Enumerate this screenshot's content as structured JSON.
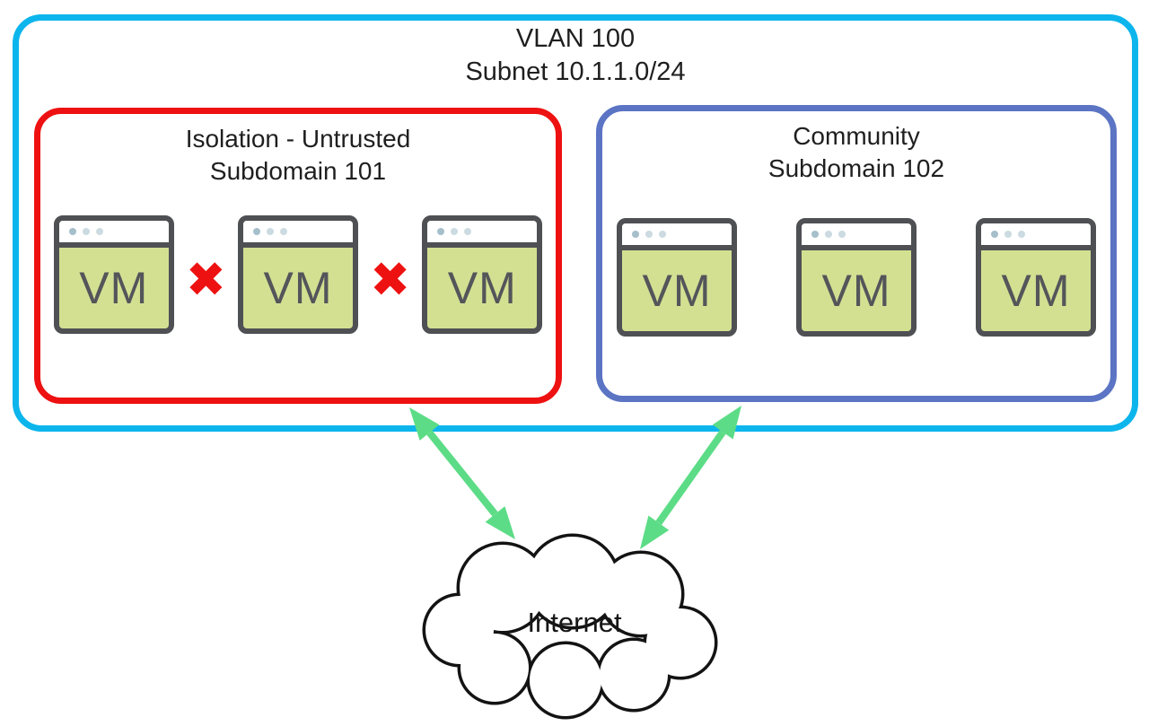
{
  "vlan": {
    "title_line1": "VLAN 100",
    "title_line2": "Subnet 10.1.1.0/24"
  },
  "isolation": {
    "title_line1": "Isolation - Untrusted",
    "title_line2": "Subdomain 101",
    "vm_labels": [
      "VM",
      "VM",
      "VM"
    ],
    "blocked_icon": "✖"
  },
  "community": {
    "title_line1": "Community",
    "title_line2": "Subdomain 102",
    "vm_labels": [
      "VM",
      "VM",
      "VM"
    ]
  },
  "internet": {
    "label": "Internet"
  },
  "colors": {
    "vlan_border": "#0cb5ec",
    "isolation_border": "#ee1111",
    "community_border": "#5b74c4",
    "arrow_green": "#5cdc86",
    "blocked_x": "#ee1111",
    "vm_fill": "#d3e092",
    "vm_border": "#4f5054",
    "cloud_outline": "#131313",
    "text": "#1f1f1f"
  }
}
